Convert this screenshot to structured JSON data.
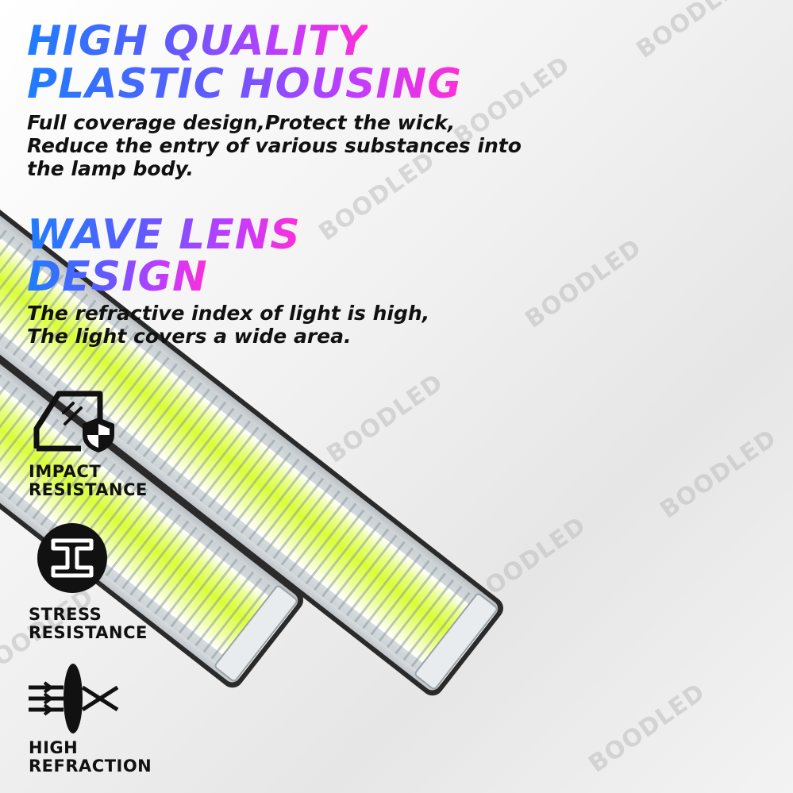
{
  "headline_1": {
    "line1": "HIGH QUALITY",
    "line2": "PLASTIC HOUSING"
  },
  "description_1": {
    "line1": "Full coverage design,Protect the wick,",
    "line2": "Reduce the entry of various substances into",
    "line3": "the lamp body."
  },
  "headline_2": {
    "line1": "WAVE LENS",
    "line2": "DESIGN"
  },
  "description_2": {
    "line1": "The refractive index of light is high,",
    "line2": "The light covers a wide area."
  },
  "features": [
    {
      "icon": "window-shield-icon",
      "line1": "IMPACT",
      "line2": "RESISTANCE"
    },
    {
      "icon": "i-beam-icon",
      "line1": "STRESS",
      "line2": "RESISTANCE"
    },
    {
      "icon": "lens-refraction-icon",
      "line1": "HIGH",
      "line2": "REFRACTION"
    }
  ],
  "watermark": "BOODLED",
  "colors": {
    "heading_gradient_start": "#1f7dff",
    "heading_gradient_end": "#ff2fd6",
    "led_green": "#d9ff35",
    "housing_dark": "#2a2a2a"
  }
}
